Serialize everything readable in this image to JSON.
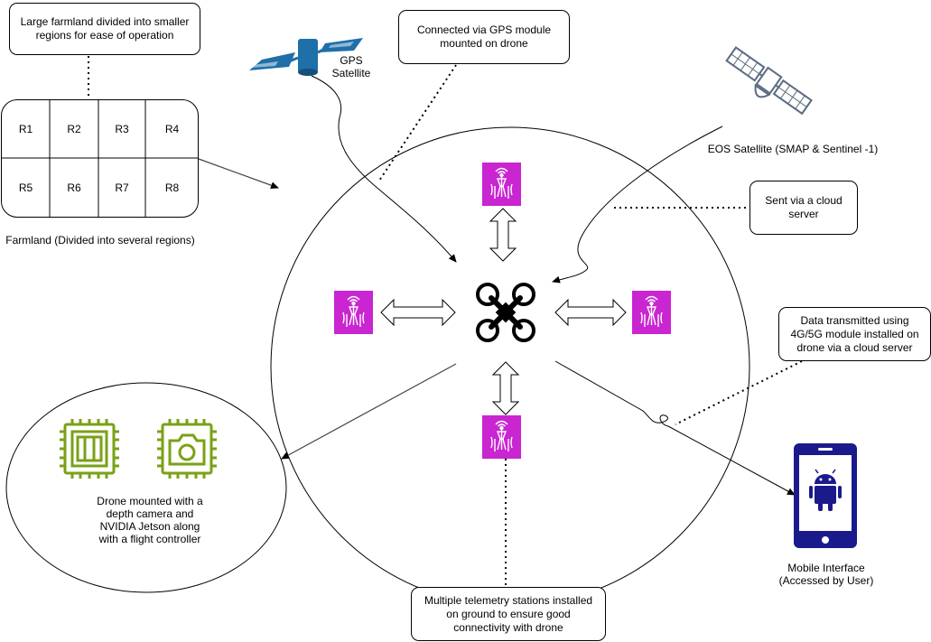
{
  "notes": {
    "farmland_note": "Large farmland divided into smaller regions for ease of operation",
    "gps_note": "Connected via GPS module mounted on drone",
    "cloud_note": "Sent via a cloud server",
    "data_note": "Data transmitted using 4G/5G module installed on drone via a cloud server",
    "telemetry_note": "Multiple telemetry stations installed on ground to ensure good connectivity with drone"
  },
  "labels": {
    "gps_satellite": "GPS Satellite",
    "eos_satellite": "EOS Satellite (SMAP & Sentinel -1)",
    "farmland": "Farmland (Divided into several regions)",
    "drone_hardware": "Drone mounted with a depth camera and NVIDIA Jetson along with a flight controller",
    "mobile_interface": "Mobile Interface (Accessed by User)"
  },
  "regions": [
    "R1",
    "R2",
    "R3",
    "R4",
    "R5",
    "R6",
    "R7",
    "R8"
  ],
  "colors": {
    "telemetry": "#c925d1",
    "chip": "#7aa116",
    "phone": "#1a1a8c",
    "satellite": "#1f6fa8"
  },
  "icons": {
    "gps_satellite": "satellite-icon",
    "eos_satellite": "eos-satellite-icon",
    "drone": "drone-icon",
    "telemetry": "radio-tower-icon",
    "processor": "chip-icon",
    "camera": "camera-chip-icon",
    "phone": "android-phone-icon"
  }
}
